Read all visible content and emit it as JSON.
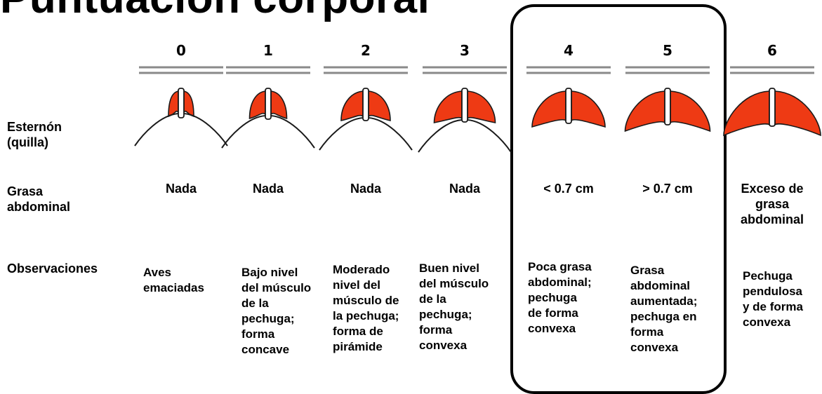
{
  "title": "Puntuación corporal",
  "rows": {
    "sternum_label_1": "Esternón",
    "sternum_label_2": "(quilla)",
    "fat_label_1": "Grasa",
    "fat_label_2": "abdominal",
    "observations_label": "Observaciones"
  },
  "columns": [
    {
      "score": "0",
      "fat": [
        "Nada"
      ],
      "obs": [
        "Aves",
        "emaciadas"
      ],
      "muscle": 0
    },
    {
      "score": "1",
      "fat": [
        "Nada"
      ],
      "obs": [
        "Bajo nivel",
        "del músculo",
        "de la",
        "pechuga;",
        "forma",
        "concave"
      ],
      "muscle": 1
    },
    {
      "score": "2",
      "fat": [
        "Nada"
      ],
      "obs": [
        "Moderado",
        "nivel del",
        "músculo de",
        "la pechuga;",
        "forma de",
        "pirámide"
      ],
      "muscle": 2
    },
    {
      "score": "3",
      "fat": [
        "Nada"
      ],
      "obs": [
        "Buen nivel",
        "del músculo",
        "de la",
        "pechuga;",
        "forma",
        "convexa"
      ],
      "muscle": 3
    },
    {
      "score": "4",
      "fat": [
        "< 0.7 cm"
      ],
      "obs": [
        "Poca grasa",
        "abdominal;",
        "pechuga",
        "de forma",
        "convexa"
      ],
      "muscle": 4
    },
    {
      "score": "5",
      "fat": [
        "> 0.7 cm"
      ],
      "obs": [
        "Grasa",
        "abdominal",
        "aumentada;",
        "pechuga en",
        "forma",
        "convexa"
      ],
      "muscle": 5
    },
    {
      "score": "6",
      "fat": [
        "Exceso de",
        "grasa",
        "abdominal"
      ],
      "obs": [
        "Pechuga",
        "pendulosa",
        "y de forma",
        "convexa"
      ],
      "muscle": 6
    }
  ],
  "colors": {
    "muscle": "#ee3a14",
    "outline": "#1a1a1a",
    "rule": "#8a8a8a",
    "box": "#000000"
  }
}
